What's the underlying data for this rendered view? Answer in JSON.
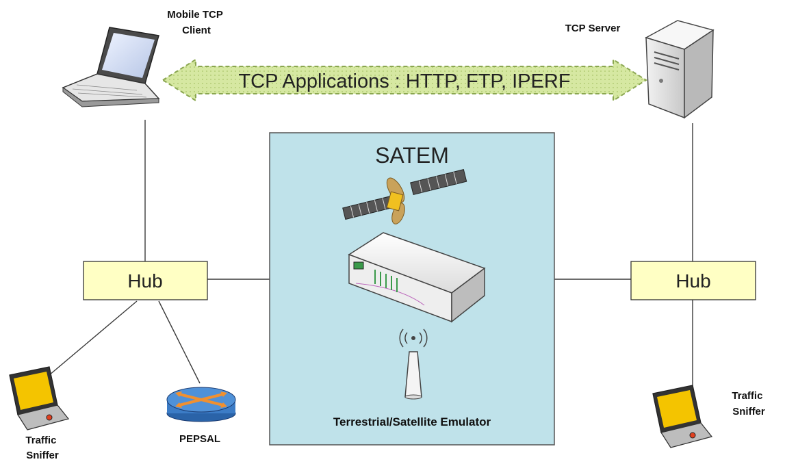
{
  "labels": {
    "mobile_client": [
      "Mobile TCP",
      "Client"
    ],
    "tcp_server": "TCP Server",
    "applications_banner": "TCP Applications : HTTP, FTP, IPERF",
    "satem_title": "SATEM",
    "emulator_caption": "Terrestrial/Satellite Emulator",
    "hub_left": "Hub",
    "hub_right": "Hub",
    "sniffer_left": [
      "Traffic",
      "Sniffer"
    ],
    "sniffer_right": [
      "Traffic",
      "Sniffer"
    ],
    "pepsal": "PEPSAL"
  },
  "colors": {
    "satem_box_fill": "#bfe2ea",
    "hub_fill": "#ffffc4",
    "banner_fill": "#d6e8a2",
    "laptop_screen": "#f4c400",
    "line": "#3a3a3a"
  },
  "icons": [
    "laptop-icon",
    "server-icon",
    "satellite-icon",
    "router-icon",
    "antenna-icon",
    "pepsal-router-icon"
  ]
}
